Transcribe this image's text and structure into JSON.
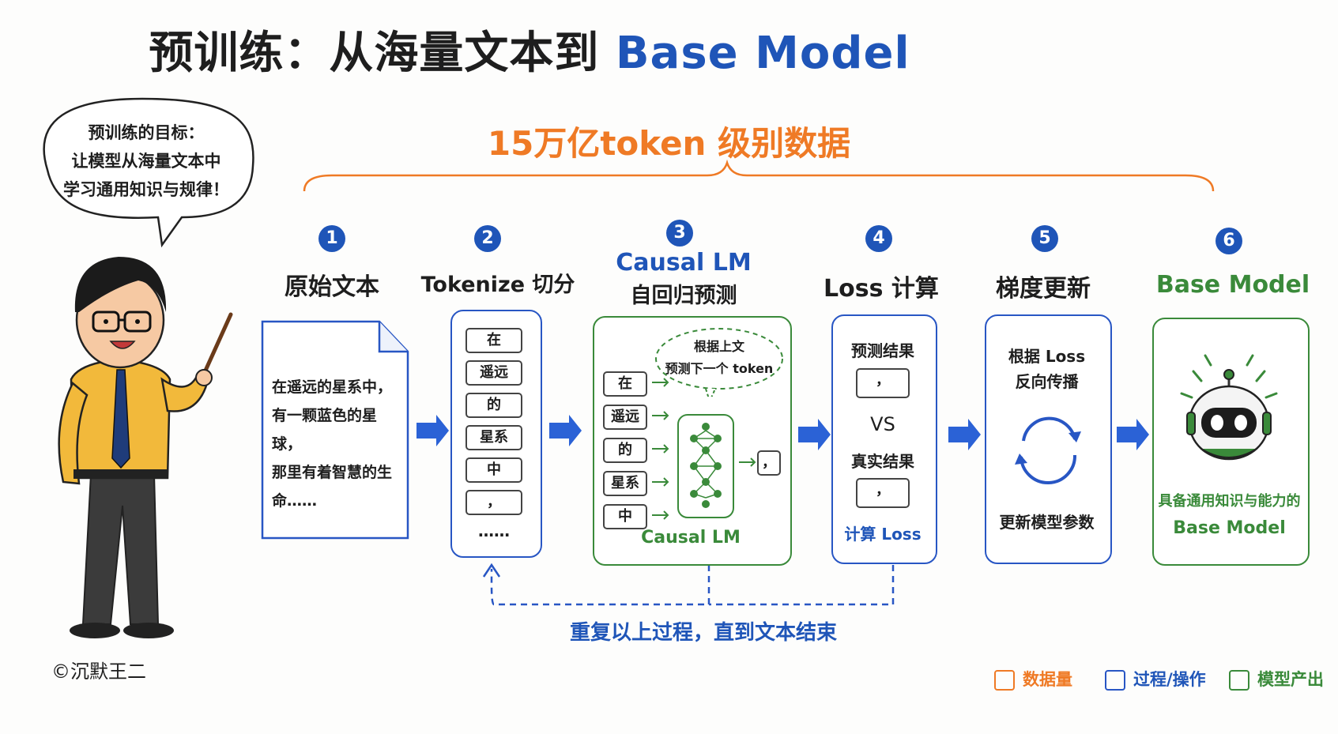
{
  "title": {
    "main": "预训练：从海量文本到",
    "accent": "Base Model"
  },
  "subtitle": "15万亿token 级别数据",
  "speech_bubble": {
    "line1": "预训练的目标：",
    "line2": "让模型从海量文本中",
    "line3": "学习通用知识与规律！"
  },
  "steps": [
    {
      "num": "1",
      "title": "原始文本",
      "doc_lines": [
        "在遥远的星系中，",
        "有一颗蓝色的星球，",
        "那里有着智慧的生",
        "命……"
      ]
    },
    {
      "num": "2",
      "title": "Tokenize 切分",
      "tokens": [
        "在",
        "遥远",
        "的",
        "星系",
        "中",
        "，"
      ],
      "ellipsis": "……"
    },
    {
      "num": "3",
      "title_line1": "Causal LM",
      "title_line2": "自回归预测",
      "cloud_line1": "根据上文",
      "cloud_line2": "预测下一个 token",
      "inputs": [
        "在",
        "遥远",
        "的",
        "星系",
        "中"
      ],
      "output": "，",
      "footer": "Causal LM"
    },
    {
      "num": "4",
      "title": "Loss 计算",
      "pred_label": "预测结果",
      "pred_value": "，",
      "vs": "VS",
      "true_label": "真实结果",
      "true_value": "，",
      "footer": "计算 Loss"
    },
    {
      "num": "5",
      "title": "梯度更新",
      "line1": "根据 Loss",
      "line2": "反向传播",
      "footer": "更新模型参数"
    },
    {
      "num": "6",
      "title": "Base Model",
      "footer_line1": "具备通用知识与能力的",
      "footer_line2": "Base Model"
    }
  ],
  "loop_label": "重复以上过程，直到文本结束",
  "copyright": "©沉默王二",
  "legend": [
    {
      "label": "数据量",
      "color": "#ef7a25"
    },
    {
      "label": "过程/操作",
      "color": "#2856c4"
    },
    {
      "label": "模型产出",
      "color": "#3a8a3a"
    }
  ],
  "colors": {
    "blue": "#1f55b8",
    "orange": "#ef7a25",
    "green": "#3a8a3a"
  },
  "icons": [
    "teacher-figure",
    "document-icon",
    "neural-network-icon",
    "refresh-cycle-icon",
    "robot-icon",
    "flow-arrow-icon"
  ]
}
